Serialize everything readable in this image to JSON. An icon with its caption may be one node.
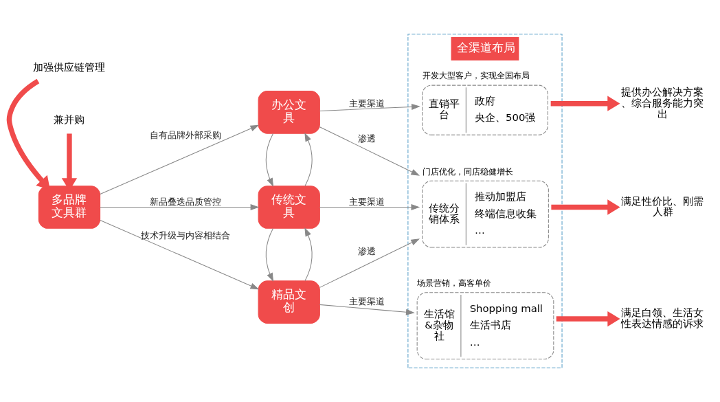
{
  "diagram": {
    "nodes": [
      {
        "text": [
          "全渠道布局"
        ]
      },
      {
        "text": [
          "加强供应链管理"
        ]
      },
      {
        "text": [
          "多品牌文具群"
        ]
      },
      {
        "text": [
          "兼并购"
        ]
      },
      {
        "text": [
          "精品文创"
        ]
      },
      {
        "text": [
          "传统文具"
        ]
      },
      {
        "text": [
          "办公文具"
        ]
      },
      {
        "text": [
          "生活馆&杂物社",
          "Shopping mall",
          "生活书店",
          "…"
        ],
        "beside": [
          "场景营销，高客单价"
        ],
        "in": 0
      },
      {
        "text": [
          "传统分销体系",
          "推动加盟店",
          "终端信息收集",
          "…"
        ],
        "beside": [
          "门店优化，同店稳健增长"
        ],
        "in": 0
      },
      {
        "text": [
          "直销平台",
          "政府",
          "央企、500强"
        ],
        "beside": [
          "开发大型客户，实现全国布局"
        ],
        "in": 0
      },
      {
        "text": [
          "满足白领、生活女性表达情感的诉求"
        ]
      },
      {
        "text": [
          "满足性价比、刚需人群"
        ]
      },
      {
        "text": [
          "提供办公解决方案、综合服务能力突出"
        ]
      }
    ],
    "edges": [
      {
        "from": 1,
        "to": 2,
        "arrow": "to",
        "style": "thick",
        "color": "#f04b4b"
      },
      {
        "from": 3,
        "to": 2,
        "arrow": "to",
        "style": "thick",
        "color": "#f04b4b"
      },
      {
        "from": 2,
        "to": 4,
        "arrow": "to",
        "label": "技术升级与内容相结合"
      },
      {
        "from": 2,
        "to": 5,
        "arrow": "to",
        "label": "新品叠迭品质管控"
      },
      {
        "from": 2,
        "to": 6,
        "arrow": "to",
        "label": "自有品牌外部采购"
      },
      {
        "from": 4,
        "to": 5,
        "arrow": "to"
      },
      {
        "from": 5,
        "to": 4,
        "arrow": "to"
      },
      {
        "from": 5,
        "to": 6,
        "arrow": "to"
      },
      {
        "from": 6,
        "to": 5,
        "arrow": "to"
      },
      {
        "from": 4,
        "to": 7,
        "arrow": "to",
        "label": "主要渠道"
      },
      {
        "from": 5,
        "to": 8,
        "arrow": "to",
        "label": "主要渠道"
      },
      {
        "from": 6,
        "to": 9,
        "arrow": "to",
        "label": "主要渠道"
      },
      {
        "from": 4,
        "to": 8,
        "arrow": "to",
        "label": "渗透"
      },
      {
        "from": 6,
        "to": 8,
        "arrow": "to",
        "label": "渗透"
      },
      {
        "from": 7,
        "to": 10,
        "arrow": "to",
        "style": "thick",
        "color": "#f04b4b"
      },
      {
        "from": 8,
        "to": 11,
        "arrow": "to",
        "style": "thick",
        "color": "#f04b4b"
      },
      {
        "from": 9,
        "to": 12,
        "arrow": "to",
        "style": "thick",
        "color": "#f04b4b"
      }
    ]
  }
}
